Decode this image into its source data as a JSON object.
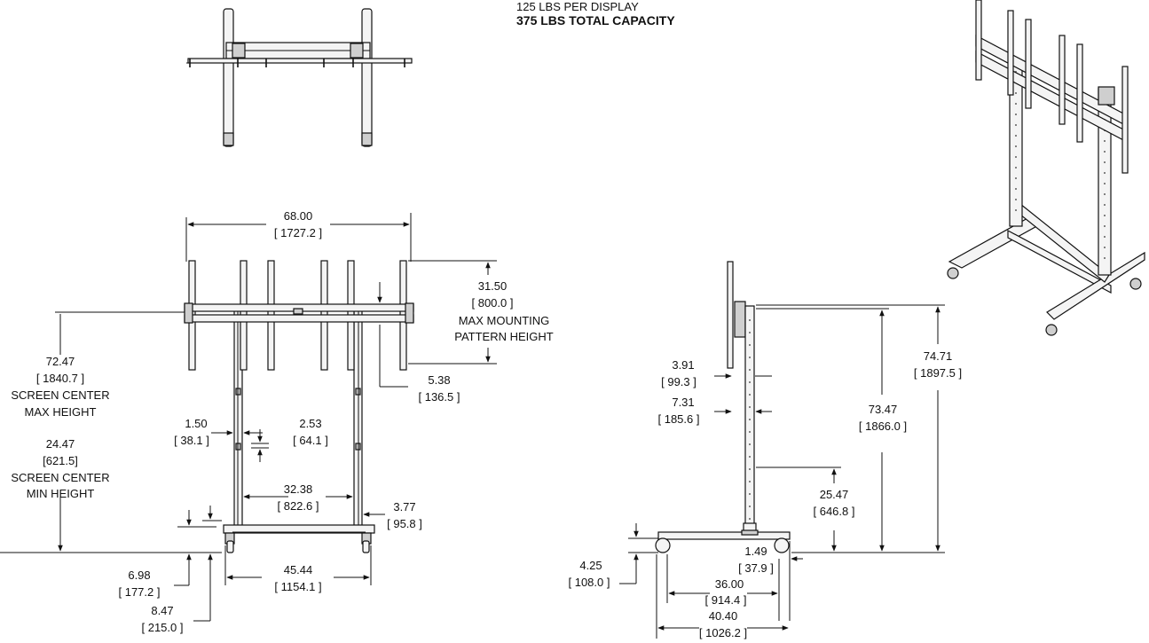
{
  "capacity": {
    "per_display": "125 LBS PER DISPLAY",
    "total": "375 LBS TOTAL CAPACITY"
  },
  "front_view": {
    "overall_width": {
      "value": "68.00",
      "metric": "[ 1727.2 ]"
    },
    "mounting_pattern": {
      "value": "31.50",
      "metric": "[ 800.0 ]",
      "label_1": "MAX MOUNTING",
      "label_2": "PATTERN HEIGHT"
    },
    "offset": {
      "value": "5.38",
      "metric": "[ 136.5 ]"
    },
    "max_height": {
      "value": "72.47",
      "metric": "[ 1840.7 ]",
      "label_1": "SCREEN CENTER",
      "label_2": "MAX HEIGHT"
    },
    "min_height": {
      "value": "24.47",
      "metric": "[621.5]",
      "label_1": "SCREEN CENTER",
      "label_2": "MIN HEIGHT"
    },
    "post_width": {
      "value": "1.50",
      "metric": "[ 38.1 ]"
    },
    "hole_pitch": {
      "value": "2.53",
      "metric": "[ 64.1 ]"
    },
    "inner_span": {
      "value": "32.38",
      "metric": "[ 822.6 ]"
    },
    "base_gap": {
      "value": "3.77",
      "metric": "[ 95.8 ]"
    },
    "base_width": {
      "value": "45.44",
      "metric": "[ 1154.1 ]"
    },
    "caster_height": {
      "value": "6.98",
      "metric": "[ 177.2 ]"
    },
    "base_height": {
      "value": "8.47",
      "metric": "[ 215.0 ]"
    }
  },
  "side_view": {
    "mount_offset_a": {
      "value": "3.91",
      "metric": "[ 99.3 ]"
    },
    "mount_offset_b": {
      "value": "7.31",
      "metric": "[ 185.6 ]"
    },
    "column_height": {
      "value": "73.47",
      "metric": "[ 1866.0 ]"
    },
    "overall_height": {
      "value": "74.71",
      "metric": "[ 1897.5 ]"
    },
    "low_height": {
      "value": "25.47",
      "metric": "[ 646.8 ]"
    },
    "foot_height": {
      "value": "4.25",
      "metric": "[ 108.0 ]"
    },
    "caster_offset": {
      "value": "1.49",
      "metric": "[ 37.9 ]"
    },
    "base_depth": {
      "value": "36.00",
      "metric": "[ 914.4 ]"
    },
    "overall_depth": {
      "value": "40.40",
      "metric": "[ 1026.2 ]"
    }
  }
}
